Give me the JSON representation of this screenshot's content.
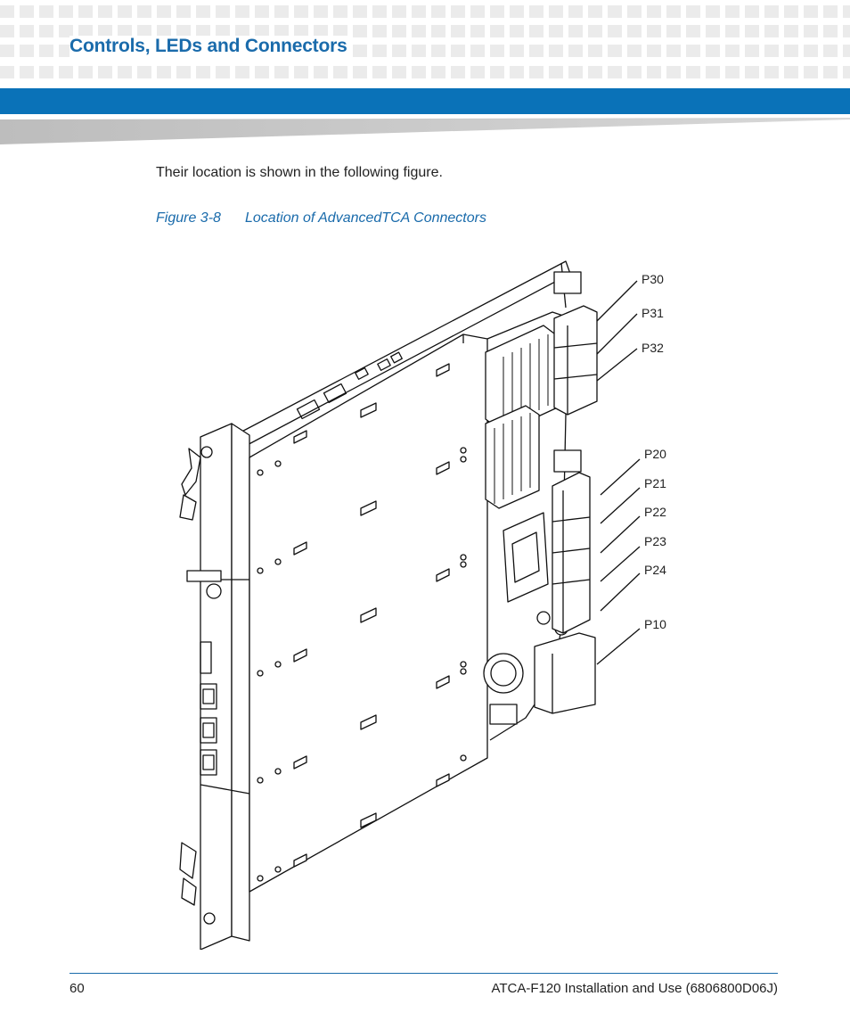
{
  "header": {
    "title": "Controls, LEDs and Connectors",
    "accent_color": "#0a72b8"
  },
  "body": {
    "intro": "Their location is shown in the following figure."
  },
  "figure": {
    "number": "Figure 3-8",
    "title": "Location of AdvancedTCA Connectors",
    "connector_labels": [
      "P30",
      "P31",
      "P32",
      "P20",
      "P21",
      "P22",
      "P23",
      "P24",
      "P10"
    ]
  },
  "footer": {
    "page_number": "60",
    "document_title": "ATCA-F120 Installation and Use (6806800D06J)"
  }
}
